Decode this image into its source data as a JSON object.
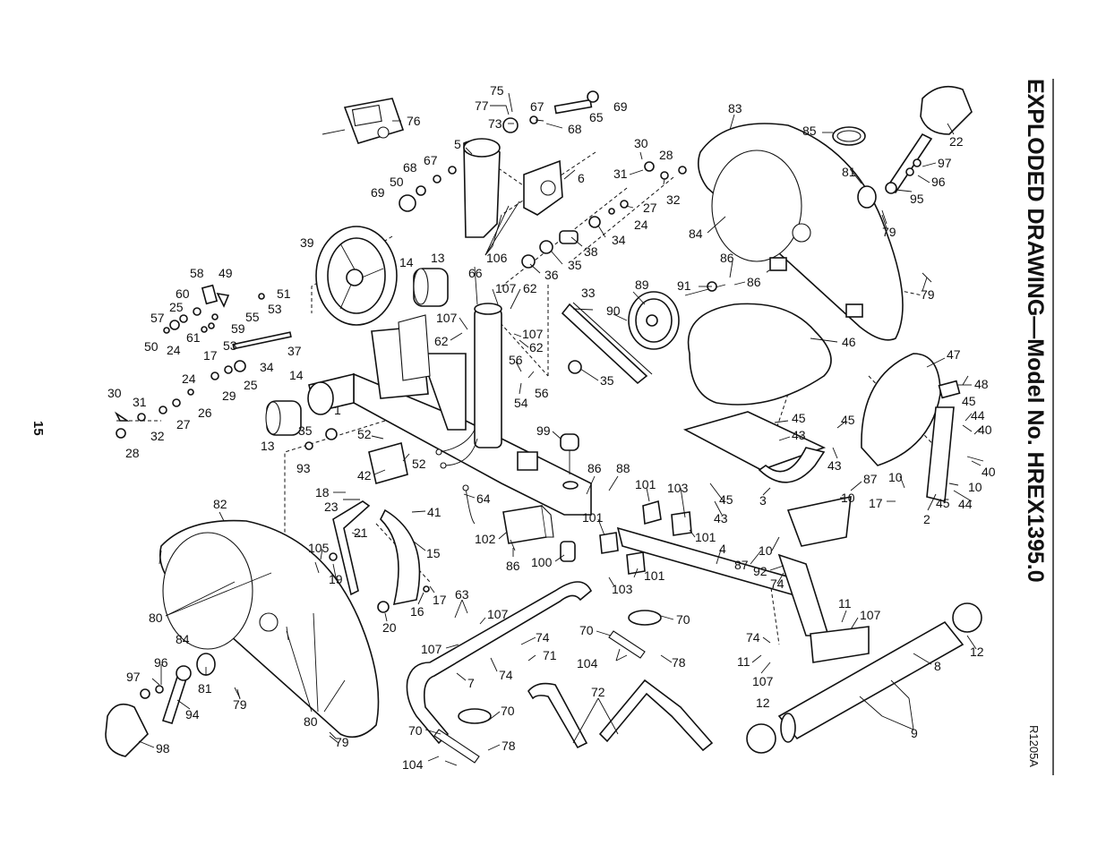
{
  "page": {
    "title": "EXPLODED DRAWING—Model No. HREX1395.0",
    "page_number": "15",
    "drawing_code": "R1205A"
  },
  "callouts": [
    {
      "id": "c75",
      "text": "75"
    },
    {
      "id": "c77",
      "text": "77"
    },
    {
      "id": "c73",
      "text": "73"
    },
    {
      "id": "c67a",
      "text": "67"
    },
    {
      "id": "c65",
      "text": "65"
    },
    {
      "id": "c69a",
      "text": "69"
    },
    {
      "id": "c68a",
      "text": "68"
    },
    {
      "id": "c76",
      "text": "76"
    },
    {
      "id": "c5",
      "text": "5"
    },
    {
      "id": "c67b",
      "text": "67"
    },
    {
      "id": "c68b",
      "text": "68"
    },
    {
      "id": "c50a",
      "text": "50"
    },
    {
      "id": "c69b",
      "text": "69"
    },
    {
      "id": "c6",
      "text": "6"
    },
    {
      "id": "c30a",
      "text": "30"
    },
    {
      "id": "c28a",
      "text": "28"
    },
    {
      "id": "c31a",
      "text": "31"
    },
    {
      "id": "c32a",
      "text": "32"
    },
    {
      "id": "c27a",
      "text": "27"
    },
    {
      "id": "c24a",
      "text": "24"
    },
    {
      "id": "c34a",
      "text": "34"
    },
    {
      "id": "c38",
      "text": "38"
    },
    {
      "id": "c35a",
      "text": "35"
    },
    {
      "id": "c36",
      "text": "36"
    },
    {
      "id": "c106",
      "text": "106"
    },
    {
      "id": "c39",
      "text": "39"
    },
    {
      "id": "c14a",
      "text": "14"
    },
    {
      "id": "c13a",
      "text": "13"
    },
    {
      "id": "c66",
      "text": "66"
    },
    {
      "id": "c107a",
      "text": "107"
    },
    {
      "id": "c62a",
      "text": "62"
    },
    {
      "id": "c107b",
      "text": "107"
    },
    {
      "id": "c62b",
      "text": "62"
    },
    {
      "id": "c107c",
      "text": "107"
    },
    {
      "id": "c62c",
      "text": "62"
    },
    {
      "id": "c58",
      "text": "58"
    },
    {
      "id": "c49",
      "text": "49"
    },
    {
      "id": "c60",
      "text": "60"
    },
    {
      "id": "c51",
      "text": "51"
    },
    {
      "id": "c25a",
      "text": "25"
    },
    {
      "id": "c53a",
      "text": "53"
    },
    {
      "id": "c57",
      "text": "57"
    },
    {
      "id": "c55",
      "text": "55"
    },
    {
      "id": "c59",
      "text": "59"
    },
    {
      "id": "c50b",
      "text": "50"
    },
    {
      "id": "c61",
      "text": "61"
    },
    {
      "id": "c24b",
      "text": "24"
    },
    {
      "id": "c53b",
      "text": "53"
    },
    {
      "id": "c17a",
      "text": "17"
    },
    {
      "id": "c37",
      "text": "37"
    },
    {
      "id": "c34b",
      "text": "34"
    },
    {
      "id": "c24c",
      "text": "24"
    },
    {
      "id": "c25b",
      "text": "25"
    },
    {
      "id": "c29",
      "text": "29"
    },
    {
      "id": "c14b",
      "text": "14"
    },
    {
      "id": "c30b",
      "text": "30"
    },
    {
      "id": "c31b",
      "text": "31"
    },
    {
      "id": "c26",
      "text": "26"
    },
    {
      "id": "c27b",
      "text": "27"
    },
    {
      "id": "c32b",
      "text": "32"
    },
    {
      "id": "c28b",
      "text": "28"
    },
    {
      "id": "c1",
      "text": "1"
    },
    {
      "id": "c13b",
      "text": "13"
    },
    {
      "id": "c35b",
      "text": "35"
    },
    {
      "id": "c93",
      "text": "93"
    },
    {
      "id": "c33",
      "text": "33"
    },
    {
      "id": "c89",
      "text": "89"
    },
    {
      "id": "c90",
      "text": "90"
    },
    {
      "id": "c35c",
      "text": "35"
    },
    {
      "id": "c56a",
      "text": "56"
    },
    {
      "id": "c56b",
      "text": "56"
    },
    {
      "id": "c54",
      "text": "54"
    },
    {
      "id": "c99",
      "text": "99"
    },
    {
      "id": "c52a",
      "text": "52"
    },
    {
      "id": "c52b",
      "text": "52"
    },
    {
      "id": "c42",
      "text": "42"
    },
    {
      "id": "c18",
      "text": "18"
    },
    {
      "id": "c23",
      "text": "23"
    },
    {
      "id": "c86a",
      "text": "86"
    },
    {
      "id": "c88",
      "text": "88"
    },
    {
      "id": "c64",
      "text": "64"
    },
    {
      "id": "c41",
      "text": "41"
    },
    {
      "id": "c21",
      "text": "21"
    },
    {
      "id": "c102",
      "text": "102"
    },
    {
      "id": "c86b",
      "text": "86"
    },
    {
      "id": "c100",
      "text": "100"
    },
    {
      "id": "c15",
      "text": "15"
    },
    {
      "id": "c105",
      "text": "105"
    },
    {
      "id": "c19",
      "text": "19"
    },
    {
      "id": "c16",
      "text": "16"
    },
    {
      "id": "c17b",
      "text": "17"
    },
    {
      "id": "c20",
      "text": "20"
    },
    {
      "id": "c63",
      "text": "63"
    },
    {
      "id": "c107d",
      "text": "107"
    },
    {
      "id": "c107e",
      "text": "107"
    },
    {
      "id": "c82",
      "text": "82"
    },
    {
      "id": "c80a",
      "text": "80"
    },
    {
      "id": "c84a",
      "text": "84"
    },
    {
      "id": "c97a",
      "text": "97"
    },
    {
      "id": "c96a",
      "text": "96"
    },
    {
      "id": "c81a",
      "text": "81"
    },
    {
      "id": "c79a",
      "text": "79"
    },
    {
      "id": "c94",
      "text": "94"
    },
    {
      "id": "c80b",
      "text": "80"
    },
    {
      "id": "c79b",
      "text": "79"
    },
    {
      "id": "c98",
      "text": "98"
    },
    {
      "id": "c74a",
      "text": "74"
    },
    {
      "id": "c71",
      "text": "71"
    },
    {
      "id": "c74b",
      "text": "74"
    },
    {
      "id": "c7",
      "text": "7"
    },
    {
      "id": "c70a",
      "text": "70"
    },
    {
      "id": "c104a",
      "text": "104"
    },
    {
      "id": "c78a",
      "text": "78"
    },
    {
      "id": "c70b",
      "text": "70"
    },
    {
      "id": "c72",
      "text": "72"
    },
    {
      "id": "c70c",
      "text": "70"
    },
    {
      "id": "c70d",
      "text": "70"
    },
    {
      "id": "c78b",
      "text": "78"
    },
    {
      "id": "c104b",
      "text": "104"
    },
    {
      "id": "c101a",
      "text": "101"
    },
    {
      "id": "c103a",
      "text": "103"
    },
    {
      "id": "c101b",
      "text": "101"
    },
    {
      "id": "c101c",
      "text": "101"
    },
    {
      "id": "c4",
      "text": "4"
    },
    {
      "id": "c103b",
      "text": "103"
    },
    {
      "id": "c101d",
      "text": "101"
    },
    {
      "id": "c83",
      "text": "83"
    },
    {
      "id": "c85",
      "text": "85"
    },
    {
      "id": "c22",
      "text": "22"
    },
    {
      "id": "c81b",
      "text": "81"
    },
    {
      "id": "c97b",
      "text": "97"
    },
    {
      "id": "c96b",
      "text": "96"
    },
    {
      "id": "c95",
      "text": "95"
    },
    {
      "id": "c84b",
      "text": "84"
    },
    {
      "id": "c79c",
      "text": "79"
    },
    {
      "id": "c86c",
      "text": "86"
    },
    {
      "id": "c91",
      "text": "91"
    },
    {
      "id": "c86d",
      "text": "86"
    },
    {
      "id": "c79d",
      "text": "79"
    },
    {
      "id": "c46",
      "text": "46"
    },
    {
      "id": "c47",
      "text": "47"
    },
    {
      "id": "c48",
      "text": "48"
    },
    {
      "id": "c45a",
      "text": "45"
    },
    {
      "id": "c43a",
      "text": "43"
    },
    {
      "id": "c45b",
      "text": "45"
    },
    {
      "id": "c43b",
      "text": "43"
    },
    {
      "id": "c45c",
      "text": "45"
    },
    {
      "id": "c44a",
      "text": "44"
    },
    {
      "id": "c40a",
      "text": "40"
    },
    {
      "id": "c40b",
      "text": "40"
    },
    {
      "id": "c3",
      "text": "3"
    },
    {
      "id": "c45d",
      "text": "45"
    },
    {
      "id": "c43c",
      "text": "43"
    },
    {
      "id": "c87a",
      "text": "87"
    },
    {
      "id": "c10a",
      "text": "10"
    },
    {
      "id": "c10b",
      "text": "10"
    },
    {
      "id": "c10c",
      "text": "10"
    },
    {
      "id": "c17c",
      "text": "17"
    },
    {
      "id": "c2",
      "text": "2"
    },
    {
      "id": "c45e",
      "text": "45"
    },
    {
      "id": "c44b",
      "text": "44"
    },
    {
      "id": "c87b",
      "text": "87"
    },
    {
      "id": "c10d",
      "text": "10"
    },
    {
      "id": "c92",
      "text": "92"
    },
    {
      "id": "c74c",
      "text": "74"
    },
    {
      "id": "c11a",
      "text": "11"
    },
    {
      "id": "c107f",
      "text": "107"
    },
    {
      "id": "c74d",
      "text": "74"
    },
    {
      "id": "c11b",
      "text": "11"
    },
    {
      "id": "c107g",
      "text": "107"
    },
    {
      "id": "c12a",
      "text": "12"
    },
    {
      "id": "c8",
      "text": "8"
    },
    {
      "id": "c12b",
      "text": "12"
    },
    {
      "id": "c9",
      "text": "9"
    }
  ]
}
